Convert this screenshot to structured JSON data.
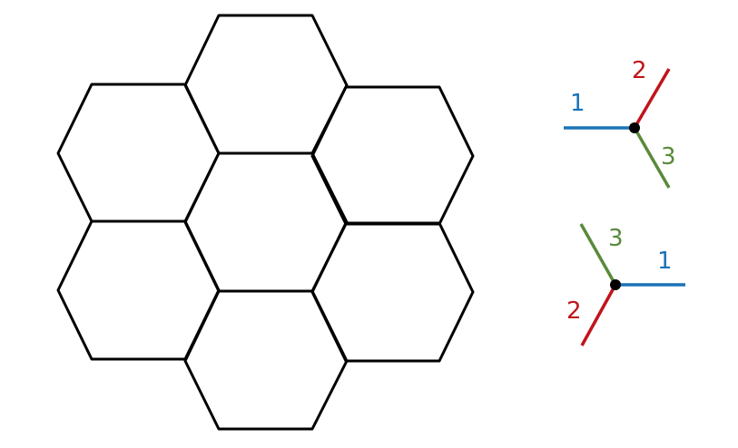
{
  "colors": {
    "line": "#000000",
    "edge1": "#1a73b8",
    "edge2": "#c0141c",
    "edge3": "#5a8a3a",
    "vertex": "#000000"
  },
  "hex_lattice": {
    "cells": [
      "top",
      "upper-left",
      "upper-right",
      "center",
      "lower-left",
      "lower-right",
      "bottom"
    ]
  },
  "vertex_type_a": {
    "edge1_label": "1",
    "edge2_label": "2",
    "edge3_label": "3"
  },
  "vertex_type_b": {
    "edge1_label": "1",
    "edge2_label": "2",
    "edge3_label": "3"
  }
}
